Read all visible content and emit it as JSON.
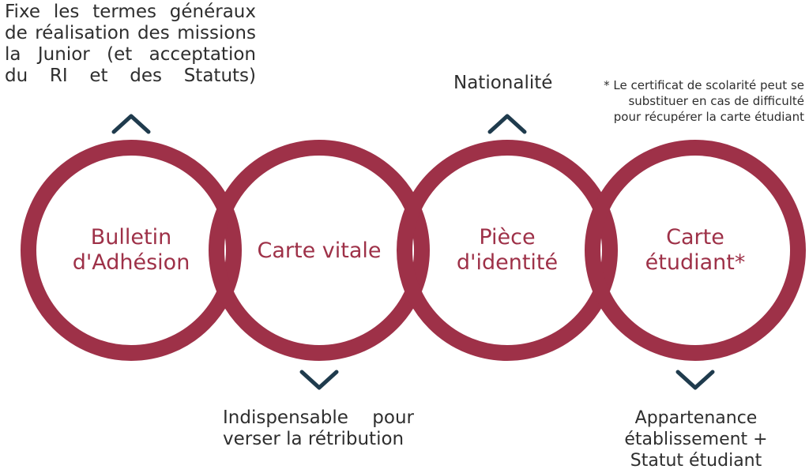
{
  "colors": {
    "ring": "#9e3148",
    "label": "#9e3148",
    "chevron": "#1f3b4d",
    "text": "#2e2e2e"
  },
  "circles": [
    {
      "label_lines": [
        "Bulletin",
        "d'Adhésion"
      ]
    },
    {
      "label_lines": [
        "Carte vitale"
      ]
    },
    {
      "label_lines": [
        "Pièce",
        "d'identité"
      ]
    },
    {
      "label_lines": [
        "Carte",
        "étudiant*"
      ]
    }
  ],
  "annotations": {
    "bulletin": {
      "lines": [
        "Fixe les termes généraux",
        "de réalisation des missions",
        "la Junior (et acceptation",
        "du RI et des Statuts)"
      ],
      "chevron": "chevron-up-icon"
    },
    "carte_vitale": {
      "lines": [
        "Indispensable pour",
        "verser la rétribution"
      ],
      "chevron": "chevron-down-icon"
    },
    "piece_identite": {
      "lines": [
        "Nationalité"
      ],
      "chevron": "chevron-up-icon"
    },
    "carte_etudiant": {
      "lines": [
        "Appartenance",
        "établissement +",
        "Statut étudiant"
      ],
      "chevron": "chevron-down-icon"
    }
  },
  "footnote": {
    "lines": [
      "* Le certificat de scolarité peut se",
      "substituer en cas de difficulté",
      "pour récupérer la carte étudiant"
    ]
  }
}
